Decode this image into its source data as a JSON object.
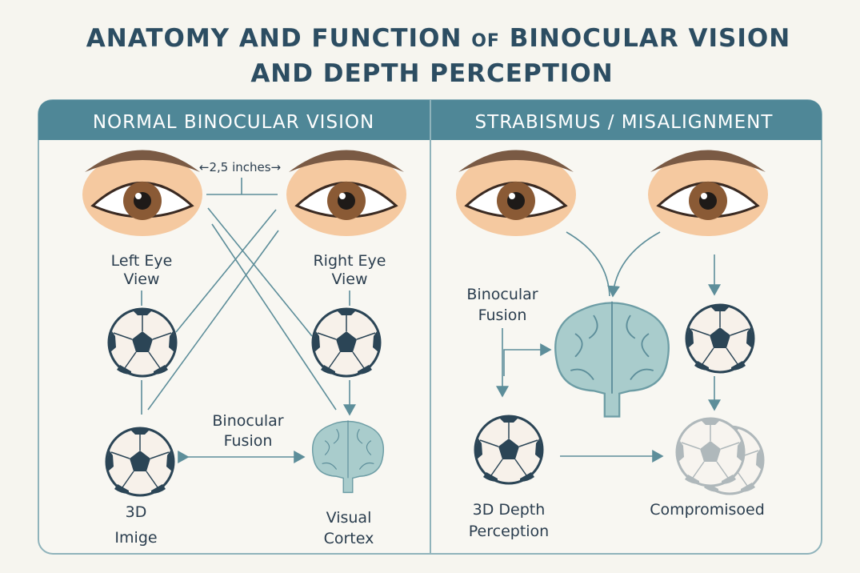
{
  "title": {
    "line1_a": "ANATOMY AND FUNCTION ",
    "line1_of": "OF",
    "line1_b": " BINOCULAR VISION",
    "line2": "AND DEPTH PERCEPTION"
  },
  "left_panel": {
    "header": "NORMAL BINOCULAR VISION",
    "distance": "←2,5 inches→",
    "left_eye": [
      "Left Eye",
      "View"
    ],
    "right_eye": [
      "Right Eye",
      "View"
    ],
    "fusion": [
      "Binocular",
      "Fusion"
    ],
    "image3d": [
      "3D",
      "Imige"
    ],
    "cortex": [
      "Visual",
      "Cortex"
    ]
  },
  "right_panel": {
    "header": "STRABISMUS / MISALIGNMENT",
    "fusion": [
      "Binocular",
      "Fusion"
    ],
    "depth": [
      "3D Depth",
      "Perception"
    ],
    "compromised": "Compromisoed"
  },
  "colors": {
    "accent": "#4f8797",
    "title": "#2c4d62",
    "ball_dark": "#2b4556",
    "brain": "#a9cccc"
  }
}
